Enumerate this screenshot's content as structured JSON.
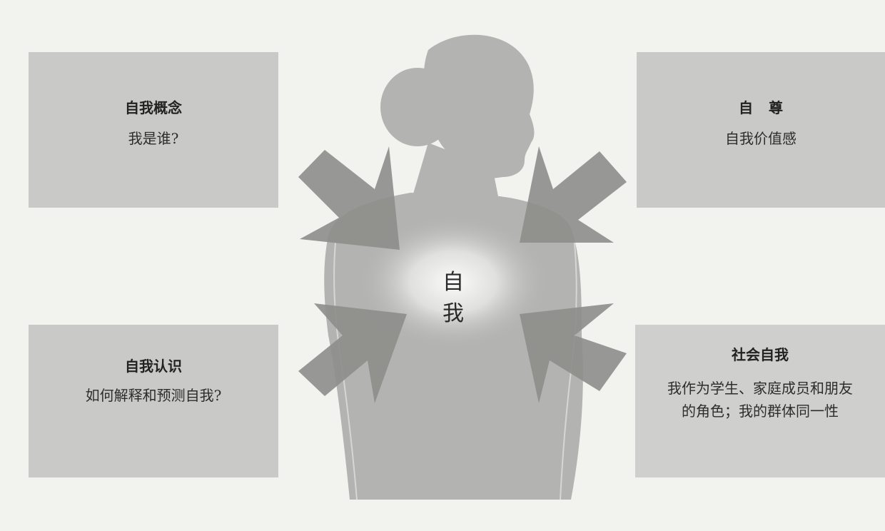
{
  "center_label": "自 我",
  "boxes": {
    "self_concept": {
      "title": "自我概念",
      "body": "我是谁?"
    },
    "self_esteem": {
      "title": "自尊",
      "body": "自我价值感"
    },
    "self_knowledge": {
      "title": "自我认识",
      "body": "如何解释和预测自我?"
    },
    "social_self": {
      "title": "社会自我",
      "body": "我作为学生、家庭成员和朋友的角色；我的群体同一性"
    }
  },
  "colors": {
    "background": "#f2f2ef",
    "box_fill": "#c9c9c7",
    "silhouette": "#b3b3b1",
    "arrow": "#8d8d8b"
  }
}
